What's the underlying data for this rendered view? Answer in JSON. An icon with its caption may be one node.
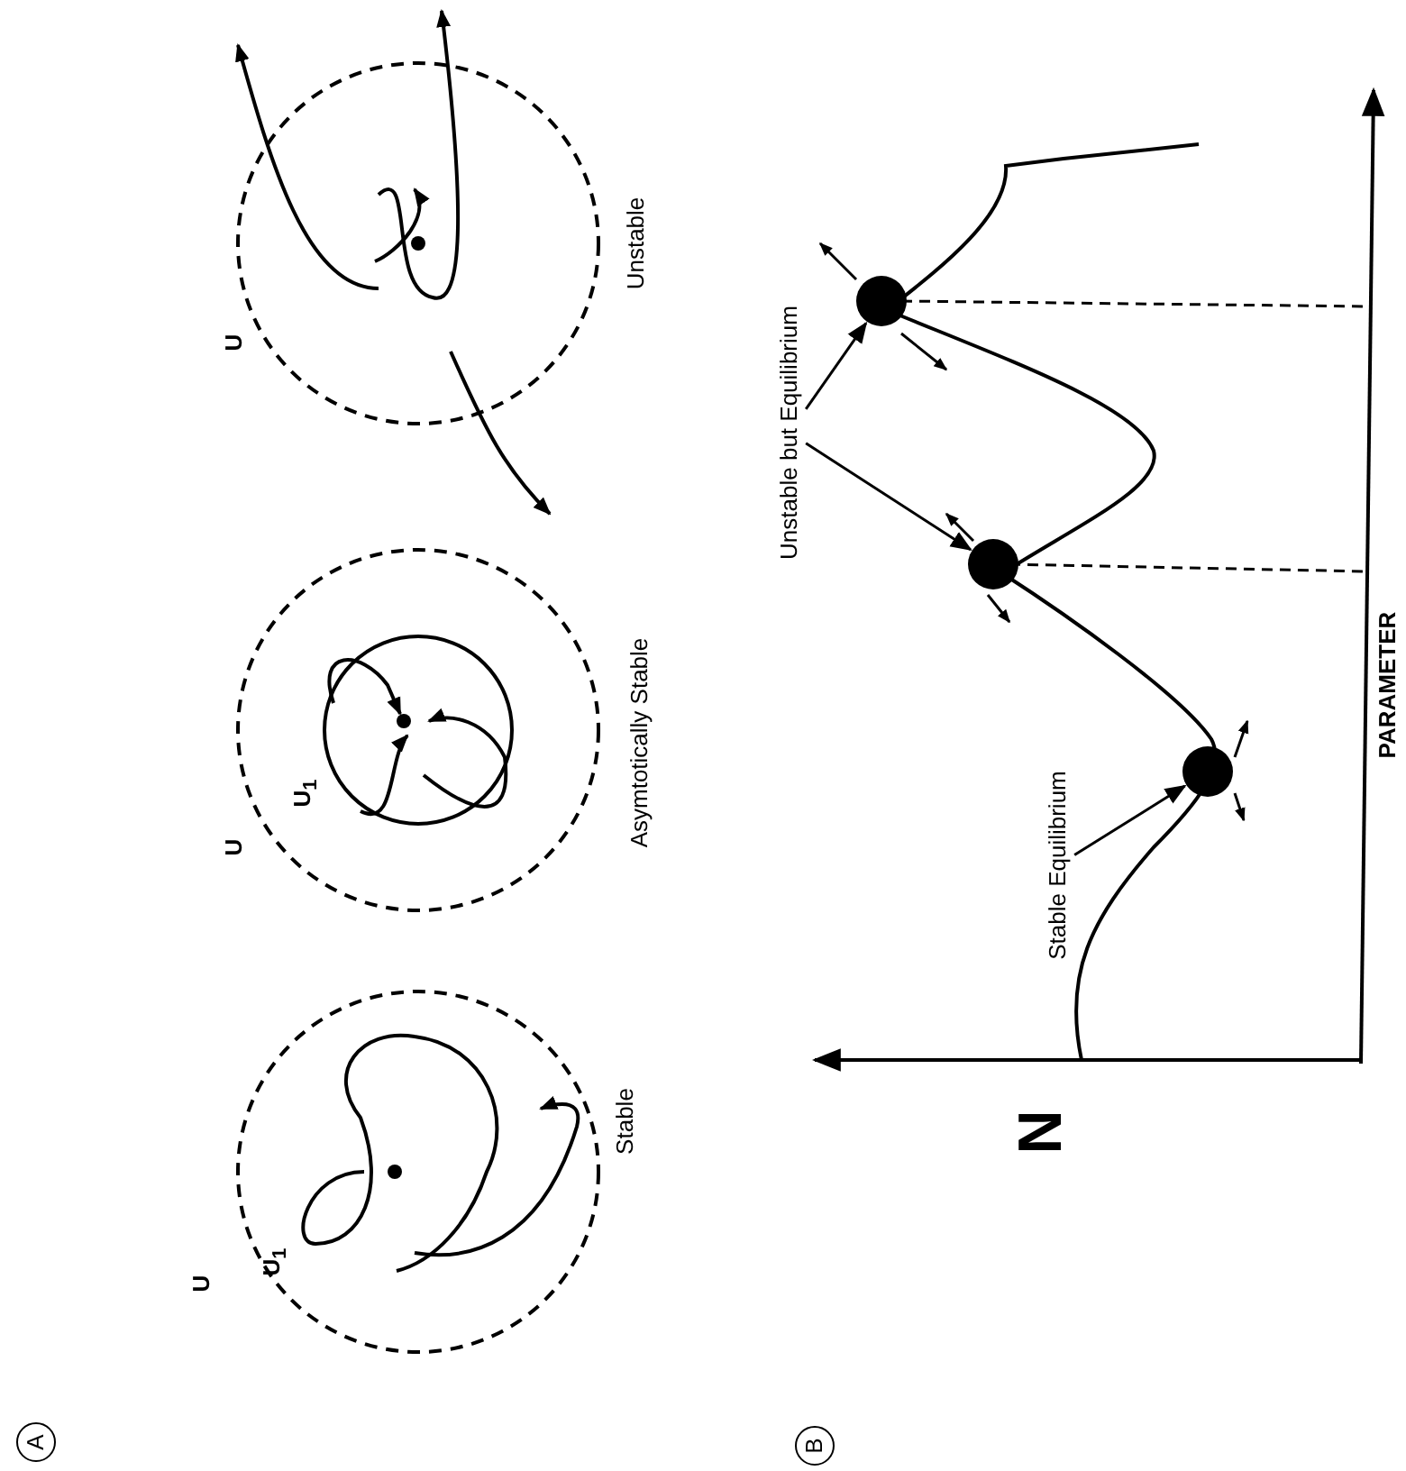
{
  "diagram": {
    "nodes": [
      {
        "text": [
          "Stable Equilibrium"
        ]
      },
      {
        "text": [
          "Unstable but Equilibrium"
        ]
      },
      {
        "text": [],
        "shape": "circle"
      },
      {
        "text": [],
        "shape": "circle"
      },
      {
        "text": [],
        "shape": "circle"
      }
    ],
    "edges": [
      {
        "from": 0,
        "to": 2,
        "arrow": "to"
      },
      {
        "from": 1,
        "to": 3,
        "arrow": "to"
      },
      {
        "from": 1,
        "to": 4,
        "arrow": "to"
      }
    ],
    "labels": [
      "A",
      "U",
      "U$_{1}$",
      "Stable",
      "U",
      "U$_{1}$",
      "Asymtotically Stable",
      "U",
      "Unstable",
      "B",
      "N",
      "PARAMETER"
    ]
  }
}
